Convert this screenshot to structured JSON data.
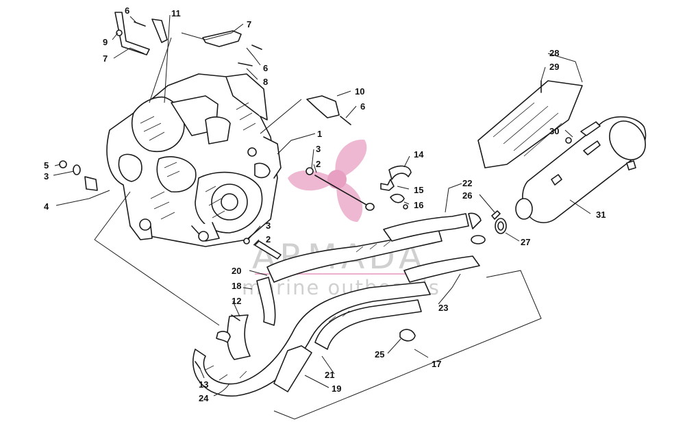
{
  "callouts": [
    {
      "id": "c1",
      "text": "1"
    },
    {
      "id": "c2a",
      "text": "2"
    },
    {
      "id": "c2b",
      "text": "2"
    },
    {
      "id": "c3a",
      "text": "3"
    },
    {
      "id": "c3b",
      "text": "3"
    },
    {
      "id": "c3c",
      "text": "3"
    },
    {
      "id": "c4",
      "text": "4"
    },
    {
      "id": "c5",
      "text": "5"
    },
    {
      "id": "c6a",
      "text": "6"
    },
    {
      "id": "c6b",
      "text": "6"
    },
    {
      "id": "c6c",
      "text": "6"
    },
    {
      "id": "c7a",
      "text": "7"
    },
    {
      "id": "c7b",
      "text": "7"
    },
    {
      "id": "c8",
      "text": "8"
    },
    {
      "id": "c9",
      "text": "9"
    },
    {
      "id": "c10",
      "text": "10"
    },
    {
      "id": "c11",
      "text": "11"
    },
    {
      "id": "c12",
      "text": "12"
    },
    {
      "id": "c13",
      "text": "13"
    },
    {
      "id": "c14",
      "text": "14"
    },
    {
      "id": "c15",
      "text": "15"
    },
    {
      "id": "c16",
      "text": "16"
    },
    {
      "id": "c17",
      "text": "17"
    },
    {
      "id": "c18",
      "text": "18"
    },
    {
      "id": "c19",
      "text": "19"
    },
    {
      "id": "c20",
      "text": "20"
    },
    {
      "id": "c21",
      "text": "21"
    },
    {
      "id": "c22",
      "text": "22"
    },
    {
      "id": "c23",
      "text": "23"
    },
    {
      "id": "c24",
      "text": "24"
    },
    {
      "id": "c25",
      "text": "25"
    },
    {
      "id": "c26",
      "text": "26"
    },
    {
      "id": "c27",
      "text": "27"
    },
    {
      "id": "c28",
      "text": "28"
    },
    {
      "id": "c29",
      "text": "29"
    },
    {
      "id": "c30",
      "text": "30"
    },
    {
      "id": "c31",
      "text": "31"
    }
  ],
  "watermark": {
    "brand": "ARMADA",
    "tagline": "marine outboards",
    "color": "#e9a3c6"
  }
}
